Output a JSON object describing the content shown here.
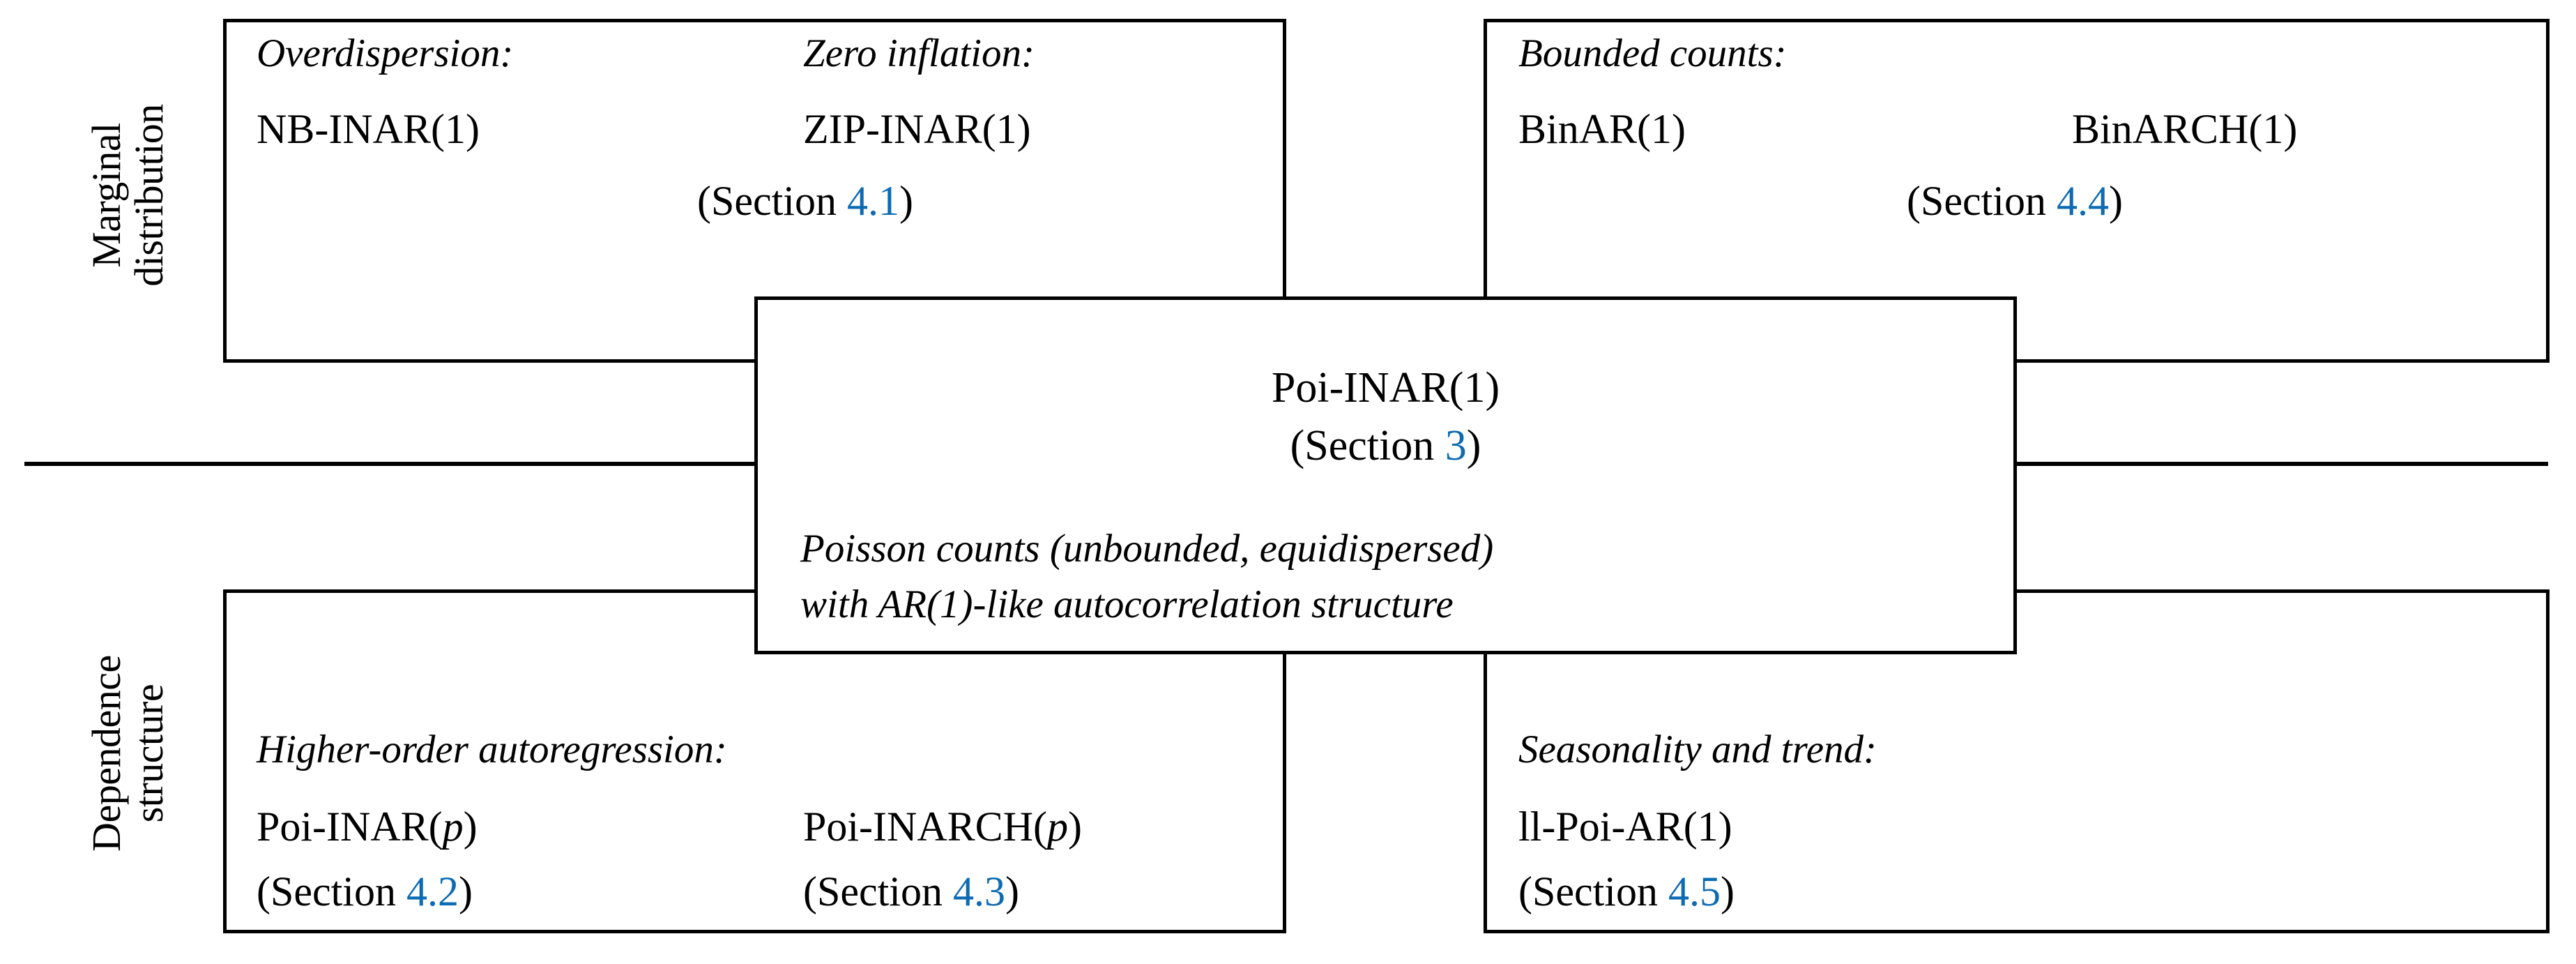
{
  "figure": {
    "accent_color": "#0d6bb3",
    "line_color": "#000000",
    "background": "#ffffff"
  },
  "axis_labels": {
    "vertical_top": {
      "line1": "Marginal",
      "line2": "distribution"
    },
    "vertical_bottom": {
      "line1": "Dependence",
      "line2": "structure"
    }
  },
  "center": {
    "model": "Poi-INAR(1)",
    "section_prefix": "(Section ",
    "section_number": "3",
    "section_suffix": ")",
    "description_line1": "Poisson counts (unbounded, equidispersed)",
    "description_line2": "with AR(1)-like autocorrelation structure"
  },
  "quadrants": {
    "top_left": {
      "category_1": "Overdispersion:",
      "category_2": "Zero inflation:",
      "model_1": "NB-INAR(1)",
      "model_2": "ZIP-INAR(1)",
      "section_prefix": "(Section ",
      "section_number": "4.1",
      "section_suffix": ")"
    },
    "top_right": {
      "category_1": "Bounded counts:",
      "model_1": "BinAR(1)",
      "model_2": "BinARCH(1)",
      "section_prefix": "(Section ",
      "section_number": "4.4",
      "section_suffix": ")"
    },
    "bottom_left": {
      "category_1": "Higher-order autoregression:",
      "model_1_pre": "Poi-INAR(",
      "model_1_var": "p",
      "model_1_post": ")",
      "model_2_pre": "Poi-INARCH(",
      "model_2_var": "p",
      "model_2_post": ")",
      "section_1_prefix": "(Section ",
      "section_1_number": "4.2",
      "section_1_suffix": ")",
      "section_2_prefix": "(Section ",
      "section_2_number": "4.3",
      "section_2_suffix": ")"
    },
    "bottom_right": {
      "category_1": "Seasonality and trend:",
      "model_1": "ll-Poi-AR(1)",
      "section_prefix": "(Section ",
      "section_number": "4.5",
      "section_suffix": ")"
    }
  }
}
